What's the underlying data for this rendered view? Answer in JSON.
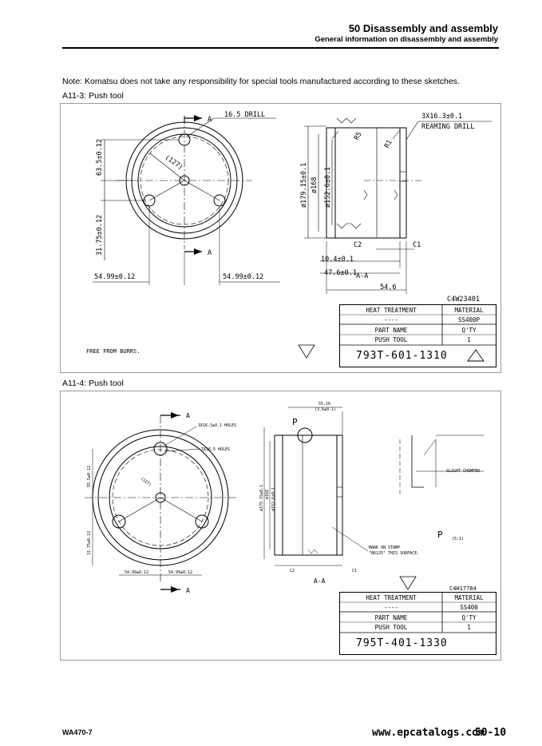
{
  "header": {
    "title": "50 Disassembly and assembly",
    "subtitle": "General information on disassembly and assembly"
  },
  "note": "Note: Komatsu does not take any responsibility for special tools manufactured according to these sketches.",
  "drawing1": {
    "caption": "A11-3: Push tool",
    "section_marker": "A",
    "drill_label": "16.5 DRILL",
    "pcd_label": "(127)",
    "dim_63": "63.5±0.12",
    "dim_31": "31.75±0.12",
    "dim_54_left": "54.99±0.12",
    "dim_54_right": "54.99±0.12",
    "reaming_label_1": "3X16.3±0.1",
    "reaming_label_2": "REAMING DRILL",
    "r5": "R5",
    "r1": "R1",
    "dia_179": "ø179.15±0.1",
    "dia_168": "ø168",
    "dia_152": "ø152.6±0.1",
    "c2": "C2",
    "c1": "C1",
    "dim_10": "10.4±0.1",
    "dim_47": "47.6±0.1",
    "dim_54": "54.6",
    "section_label": "A-A",
    "drawing_code": "C4W23401",
    "free_from_burrs": "FREE FROM BURRS.",
    "title_block": {
      "heat_treatment_label": "HEAT TREATMENT",
      "heat_treatment_value": "----",
      "material_label": "MATERIAL",
      "material_value": "SS400P",
      "part_name_label": "PART NAME",
      "part_name_value": "PUSH TOOL",
      "qty_label": "Q'TY",
      "qty_value": "1",
      "part_number": "793T-601-1310"
    }
  },
  "drawing2": {
    "caption": "A11-4: Push tool",
    "section_marker": "A",
    "holes_label_1": "3X16.3±0.1 HOLES",
    "holes_label_2": "3X16.5 HOLES",
    "pcd_label": "(127)",
    "dim_55": "55.5±0.12",
    "dim_31": "31.75±0.12",
    "dim_54_left": "54.99±0.12",
    "dim_54_right": "54.99±0.12",
    "dim_top_1": "55.16",
    "dim_top_2": "(3.6±0.1)",
    "p_label": "P",
    "dia_179": "ø179.15±0.1",
    "dia_168": "ø168",
    "dia_152": "ø152.6±0.1",
    "mark_on_stamp_1": "MARK ON STAMP",
    "mark_on_stamp_2": "\"B6125\" THIS SURFACE.",
    "c2": "C2",
    "c1": "C1",
    "section_label": "A-A",
    "detail_label": "P",
    "detail_scale": "(5:1)",
    "slight_chamfer": "SLIGHT CHAMFER",
    "drawing_code": "C4H17784",
    "title_block": {
      "heat_treatment_label": "HEAT TREATMENT",
      "heat_treatment_value": "----",
      "material_label": "MATERIAL",
      "material_value": "SS400",
      "part_name_label": "PART NAME",
      "part_name_value": "PUSH TOOL",
      "qty_label": "Q'TY",
      "qty_value": "1",
      "part_number": "795T-401-1330"
    }
  },
  "footer": {
    "model": "WA470-7",
    "website": "www.epcatalogs.com",
    "page": "50-10"
  }
}
